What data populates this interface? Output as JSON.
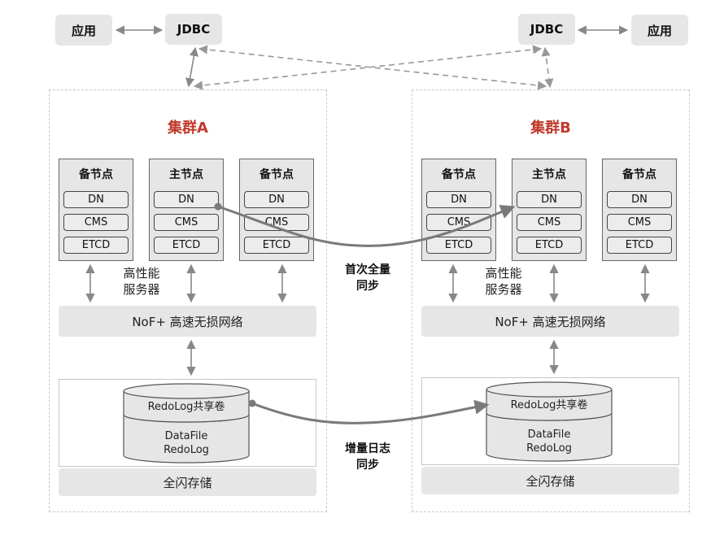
{
  "top": {
    "app_left": "应用",
    "jdbc_left": "JDBC",
    "jdbc_right": "JDBC",
    "app_right": "应用"
  },
  "cluster_a": {
    "title": "集群A",
    "nodes": [
      {
        "title": "备节点",
        "items": [
          "DN",
          "CMS",
          "ETCD"
        ]
      },
      {
        "title": "主节点",
        "items": [
          "DN",
          "CMS",
          "ETCD"
        ]
      },
      {
        "title": "备节点",
        "items": [
          "DN",
          "CMS",
          "ETCD"
        ]
      }
    ],
    "server_label_1": "高性能",
    "server_label_2": "服务器",
    "network": "NoF+ 高速无损网络",
    "cylinder_top": "RedoLog共享卷",
    "cylinder_body_1": "DataFile",
    "cylinder_body_2": "RedoLog",
    "storage": "全闪存储"
  },
  "cluster_b": {
    "title": "集群B",
    "nodes": [
      {
        "title": "备节点",
        "items": [
          "DN",
          "CMS",
          "ETCD"
        ]
      },
      {
        "title": "主节点",
        "items": [
          "DN",
          "CMS",
          "ETCD"
        ]
      },
      {
        "title": "备节点",
        "items": [
          "DN",
          "CMS",
          "ETCD"
        ]
      }
    ],
    "server_label_1": "高性能",
    "server_label_2": "服务器",
    "network": "NoF+ 高速无损网络",
    "cylinder_top": "RedoLog共享卷",
    "cylinder_body_1": "DataFile",
    "cylinder_body_2": "RedoLog",
    "storage": "全闪存储"
  },
  "sync": {
    "initial_1": "首次全量",
    "initial_2": "同步",
    "incremental_1": "增量日志",
    "incremental_2": "同步"
  },
  "colors": {
    "cluster_title": "#c0392b",
    "box_fill": "#e6e6e6",
    "arrow": "#888888",
    "sync_curve": "#7a7a7a"
  }
}
